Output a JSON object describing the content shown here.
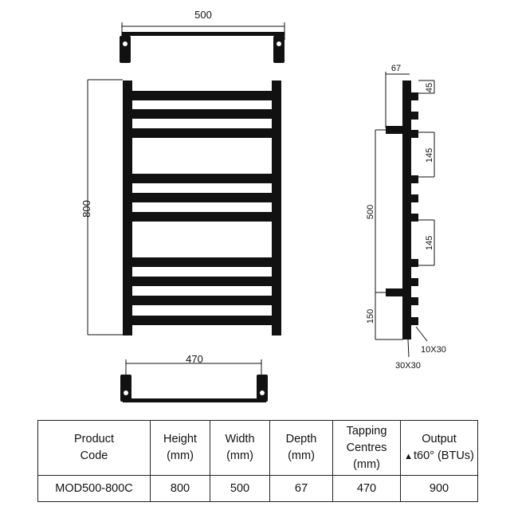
{
  "drawing": {
    "top_width": "500",
    "height": "800",
    "bottom_width": "470",
    "side_depth": "67",
    "side_gap_top": "45",
    "side_gap_mid1": "145",
    "side_gap_mid2": "145",
    "side_centres": "500",
    "side_bottom_offset": "150",
    "bar_size_label": "10X30",
    "tube_size_label": "30X30"
  },
  "table": {
    "headers": [
      [
        "Product",
        "Code"
      ],
      [
        "Height",
        "(mm)"
      ],
      [
        "Width",
        "(mm)"
      ],
      [
        "Depth",
        "(mm)"
      ],
      [
        "Tapping",
        "Centres",
        "(mm)"
      ],
      [
        "Output",
        "t60° (BTUs)"
      ]
    ],
    "output_symbol": "▲",
    "rows": [
      [
        "MOD500-800C",
        "800",
        "500",
        "67",
        "470",
        "900"
      ]
    ]
  }
}
